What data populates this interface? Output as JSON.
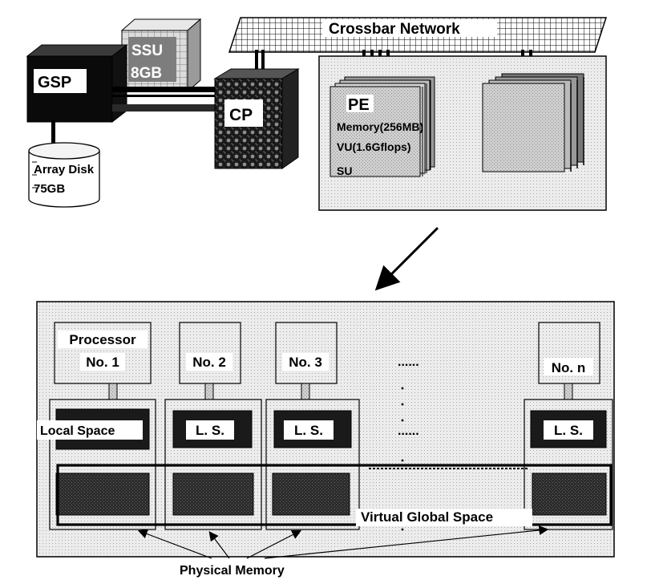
{
  "top": {
    "crossbar_label": "Crossbar Network",
    "ssu_label": "SSU",
    "ssu_size": "8GB",
    "gsp_label": "GSP",
    "cp_label": "CP",
    "disk_line1": "Array Disk",
    "disk_line2": "75GB",
    "pe_label": "PE",
    "pe_memory": "Memory(256MB)",
    "pe_vu": "VU(1.6Gflops)",
    "pe_su": "SU"
  },
  "bottom": {
    "processor_line1": "Processor",
    "processor_line2": "No. 1",
    "processors": [
      "No. 2",
      "No. 3",
      "No. n"
    ],
    "ellipsis": "......",
    "local_space": "Local Space",
    "ls_short": "L. S.",
    "virtual_global_space": "Virtual Global Space",
    "physical_memory": "Physical Memory"
  }
}
